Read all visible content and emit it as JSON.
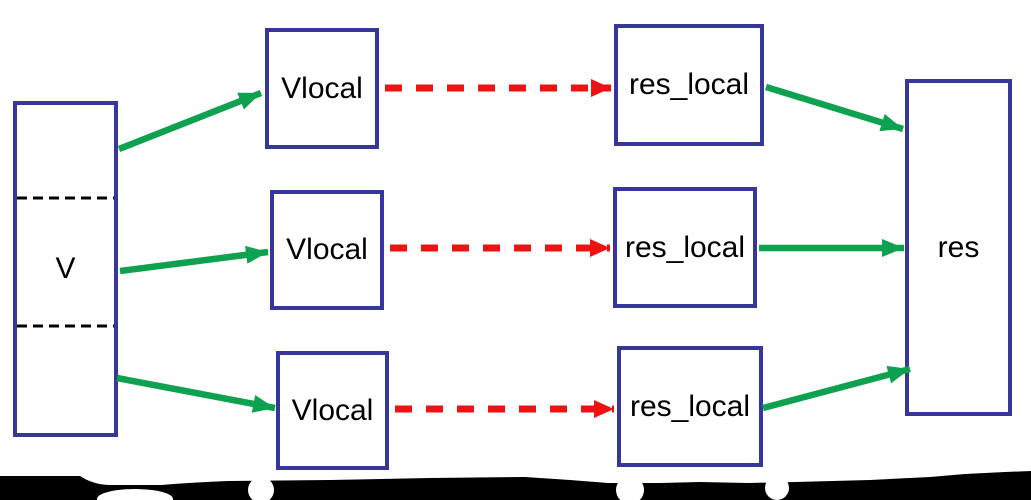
{
  "diagram": {
    "description": "Parallel reduction dataflow: partitioned vector V scatters to per-task Vlocal, each computes res_local, results gather into res",
    "colors": {
      "background": "#ffffff",
      "box_border": "#37379b",
      "green_arrow": "#0ea14f",
      "red_arrow": "#ee1313",
      "label_text": "#000000",
      "artifact": "#000000"
    },
    "nodes": {
      "v": {
        "label": "V",
        "partitions": 3
      },
      "vlocal1": {
        "label": "Vlocal"
      },
      "vlocal2": {
        "label": "Vlocal"
      },
      "vlocal3": {
        "label": "Vlocal"
      },
      "res_local1": {
        "label": "res_local"
      },
      "res_local2": {
        "label": "res_local"
      },
      "res_local3": {
        "label": "res_local"
      },
      "res": {
        "label": "res"
      }
    },
    "edges": [
      {
        "from": "V",
        "to": "Vlocal (row 1)",
        "color": "green",
        "style": "solid"
      },
      {
        "from": "V",
        "to": "Vlocal (row 2)",
        "color": "green",
        "style": "solid"
      },
      {
        "from": "V",
        "to": "Vlocal (row 3)",
        "color": "green",
        "style": "solid"
      },
      {
        "from": "Vlocal (row 1)",
        "to": "res_local (row 1)",
        "color": "red",
        "style": "dashed"
      },
      {
        "from": "Vlocal (row 2)",
        "to": "res_local (row 2)",
        "color": "red",
        "style": "dashed"
      },
      {
        "from": "Vlocal (row 3)",
        "to": "res_local (row 3)",
        "color": "red",
        "style": "dashed"
      },
      {
        "from": "res_local (row 1)",
        "to": "res",
        "color": "green",
        "style": "solid"
      },
      {
        "from": "res_local (row 2)",
        "to": "res",
        "color": "green",
        "style": "solid"
      },
      {
        "from": "res_local (row 3)",
        "to": "res",
        "color": "green",
        "style": "solid"
      }
    ]
  }
}
